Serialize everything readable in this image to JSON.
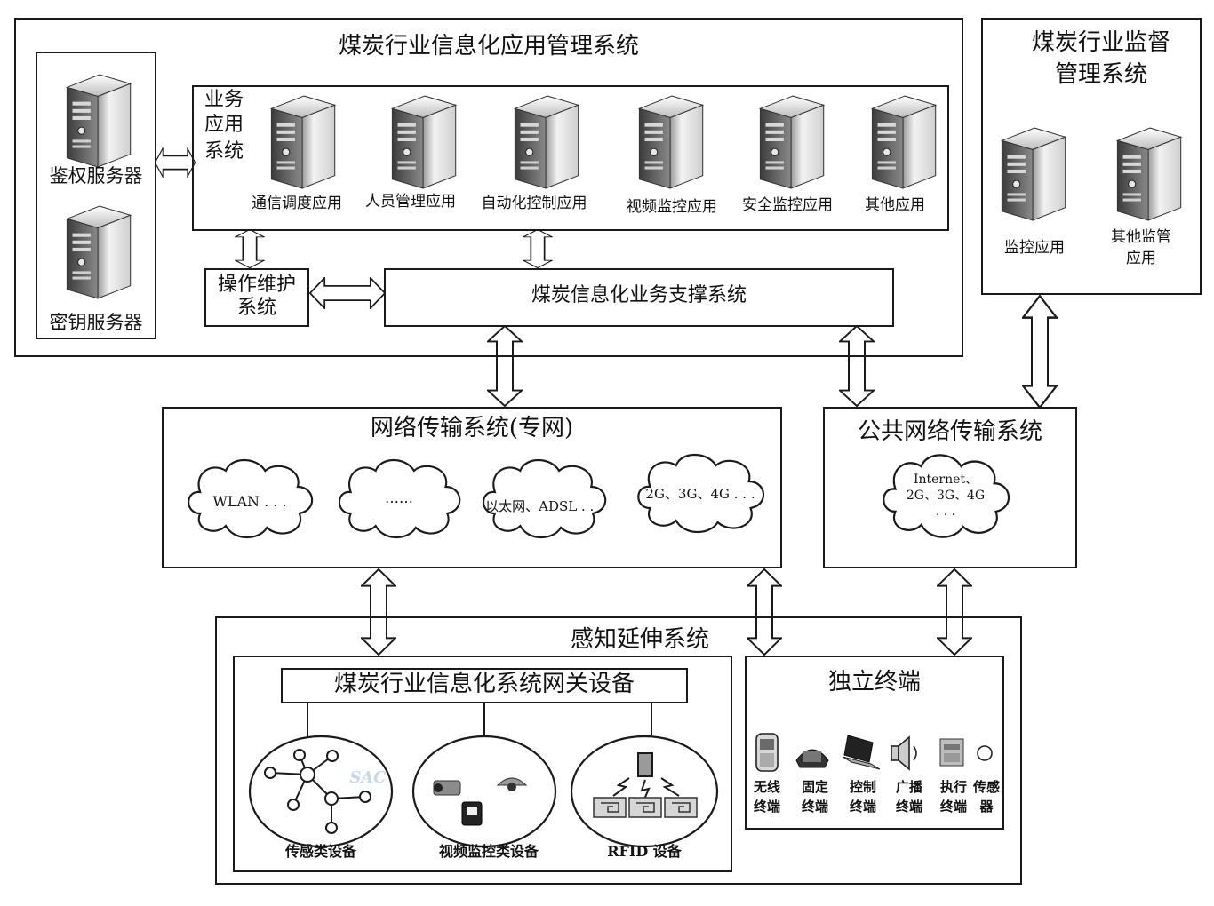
{
  "main_system": {
    "title": "煤炭行业信息化应用管理系统",
    "auth_server": "鉴权服务器",
    "key_server": "密钥服务器",
    "business_label": [
      "业务",
      "应用",
      "系统"
    ],
    "apps": [
      "通信调度应用",
      "人员管理应用",
      "自动化控制应用",
      "视频监控应用",
      "安全监控应用",
      "其他应用"
    ],
    "ops_label": [
      "操作维护",
      "系统"
    ],
    "support_system": "煤炭信息化业务支撑系统"
  },
  "supervision": {
    "title_lines": [
      "煤炭行业监督",
      "管理系统"
    ],
    "monitor_app": "监控应用",
    "other_app_lines": [
      "其他监管",
      "应用"
    ]
  },
  "private_net": {
    "title": "网络传输系统(专网)",
    "clouds": [
      "WLAN . . .",
      "……",
      "以太网、ADSL . . .",
      "2G、3G、4G . . ."
    ]
  },
  "public_net": {
    "title": "公共网络传输系统",
    "cloud_lines": [
      "Internet、",
      "2G、3G、4G",
      ". . ."
    ]
  },
  "perception": {
    "title": "感知延伸系统",
    "gateway": "煤炭行业信息化系统网关设备",
    "sensor_devices": "传感类设备",
    "video_devices": "视频监控类设备",
    "rfid_devices": "RFID 设备",
    "watermark": "SAC"
  },
  "independent": {
    "title": "独立终端",
    "terminals": [
      {
        "line1": "无线",
        "line2": "终端",
        "icon": "mobile-phone-icon"
      },
      {
        "line1": "固定",
        "line2": "终端",
        "icon": "desk-phone-icon"
      },
      {
        "line1": "控制",
        "line2": "终端",
        "icon": "laptop-icon"
      },
      {
        "line1": "广播",
        "line2": "终端",
        "icon": "speaker-icon"
      },
      {
        "line1": "执行",
        "line2": "终端",
        "icon": "actuator-icon"
      },
      {
        "line1": "传感",
        "line2": "器",
        "icon": "sensor-icon"
      }
    ]
  },
  "colors": {
    "stroke": "#1a1a1a",
    "server_light": "#f4f4f4",
    "server_dark": "#6a6a6a"
  }
}
